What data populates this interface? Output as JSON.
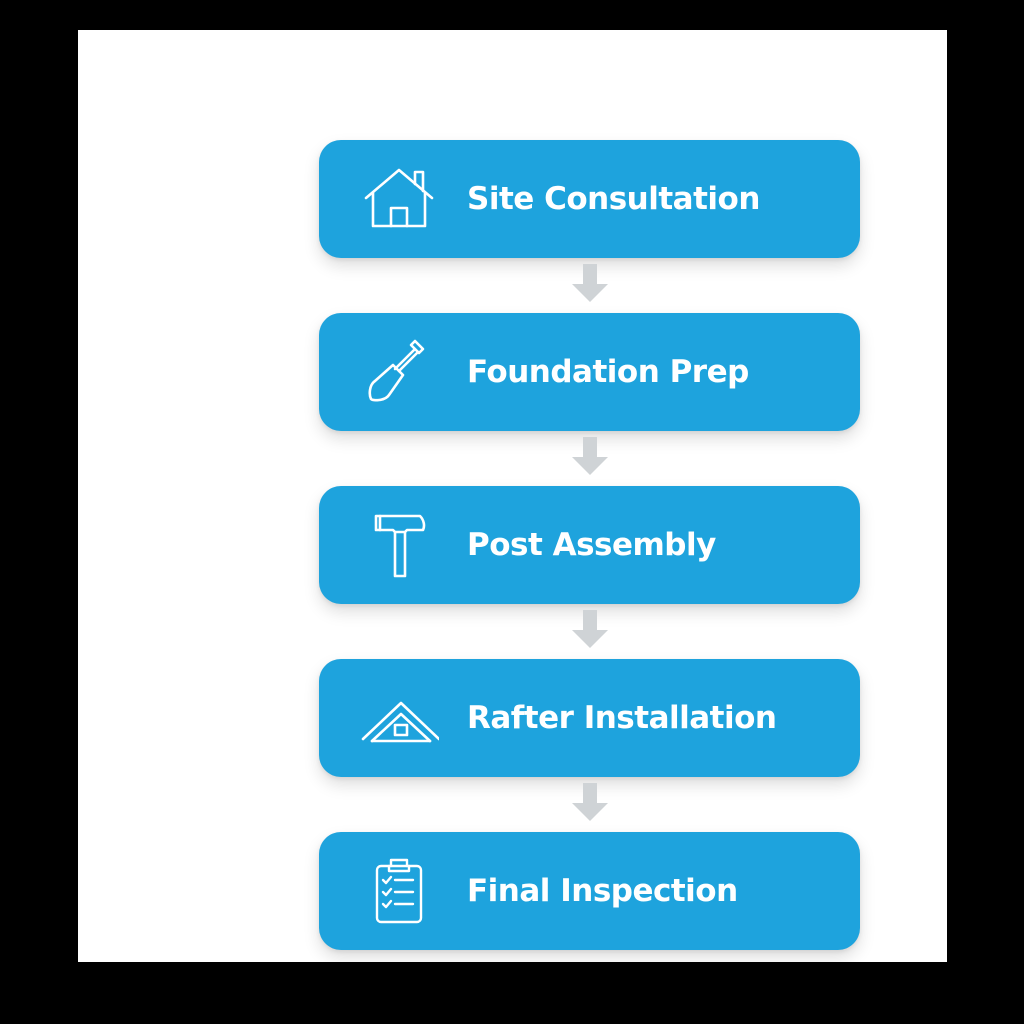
{
  "colors": {
    "step_fill": "#1ea3dd",
    "step_text": "#ffffff",
    "arrow": "#cfd3d6",
    "canvas": "#ffffff",
    "frame": "#000000"
  },
  "steps": [
    {
      "label": "Site Consultation",
      "icon": "house-icon"
    },
    {
      "label": "Foundation Prep",
      "icon": "shovel-icon"
    },
    {
      "label": "Post Assembly",
      "icon": "hammer-icon"
    },
    {
      "label": "Rafter Installation",
      "icon": "roof-icon"
    },
    {
      "label": "Final Inspection",
      "icon": "clipboard-checklist-icon"
    }
  ]
}
